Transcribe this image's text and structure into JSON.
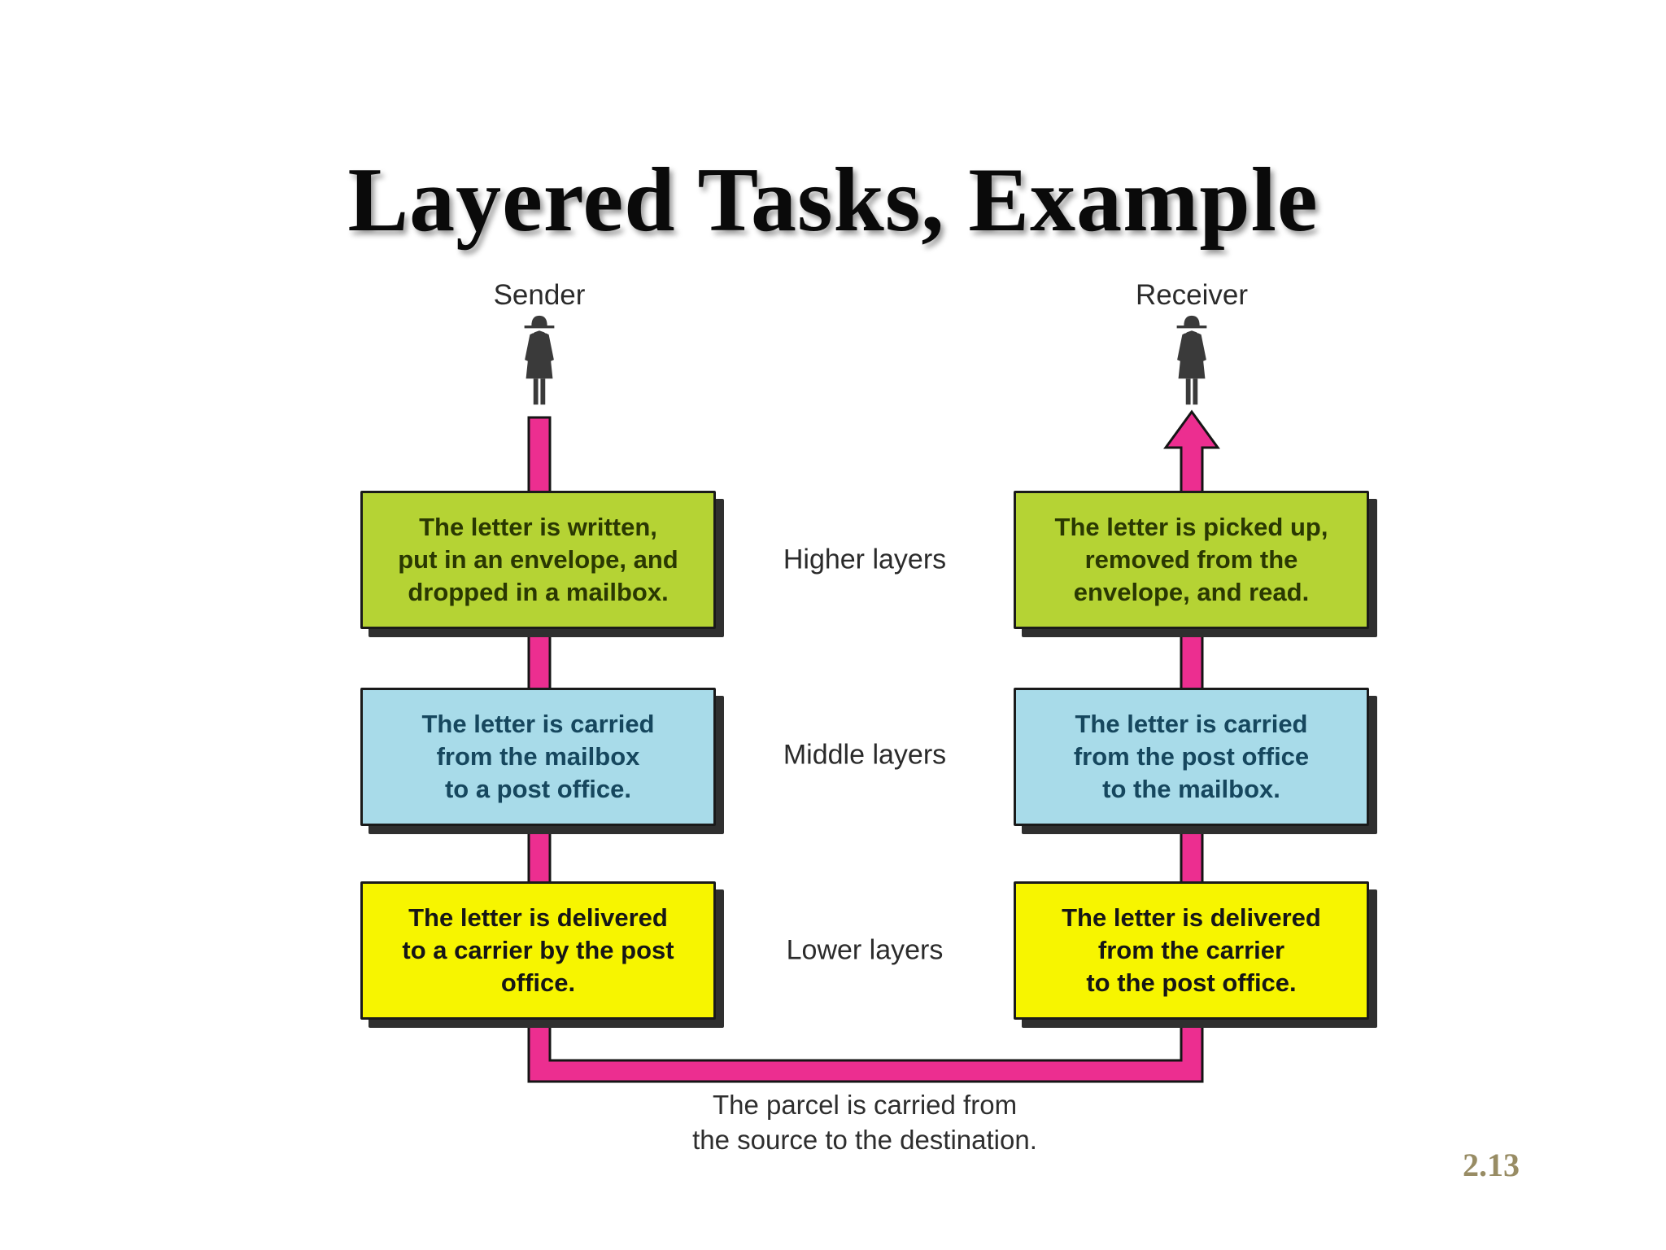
{
  "title": "Layered Tasks, Example",
  "page_number": "2.13",
  "sender_label": "Sender",
  "receiver_label": "Receiver",
  "layer_labels": [
    "Higher layers",
    "Middle layers",
    "Lower layers"
  ],
  "boxes": {
    "sender_higher": {
      "lines": [
        "The letter is written,",
        "put in an envelope, and",
        "dropped in a mailbox."
      ]
    },
    "sender_middle": {
      "lines": [
        "The letter is carried",
        "from the mailbox",
        "to a post office."
      ]
    },
    "sender_lower": {
      "lines": [
        "The letter is delivered",
        "to a carrier by the post",
        "office."
      ]
    },
    "receiver_higher": {
      "lines": [
        "The letter is picked up,",
        "removed from the",
        "envelope, and read."
      ]
    },
    "receiver_middle": {
      "lines": [
        "The letter is carried",
        "from the post office",
        "to the mailbox."
      ]
    },
    "receiver_lower": {
      "lines": [
        "The letter is delivered",
        "from the carrier",
        "to the post office."
      ]
    }
  },
  "caption_lines": [
    "The parcel is carried from",
    "the source to the destination."
  ],
  "icons": {
    "sender_figure": "person-icon",
    "receiver_figure": "person-icon",
    "flow": "up-arrow-ribbon-icon"
  },
  "colors": {
    "higher_layer_fill": "#b5d334",
    "middle_layer_fill": "#a8dbe9",
    "lower_layer_fill": "#f7f500",
    "flow_arrow": "#ec2e90",
    "flow_outline": "#151515",
    "figure": "#3a3a3a",
    "page_number": "#988c64"
  }
}
